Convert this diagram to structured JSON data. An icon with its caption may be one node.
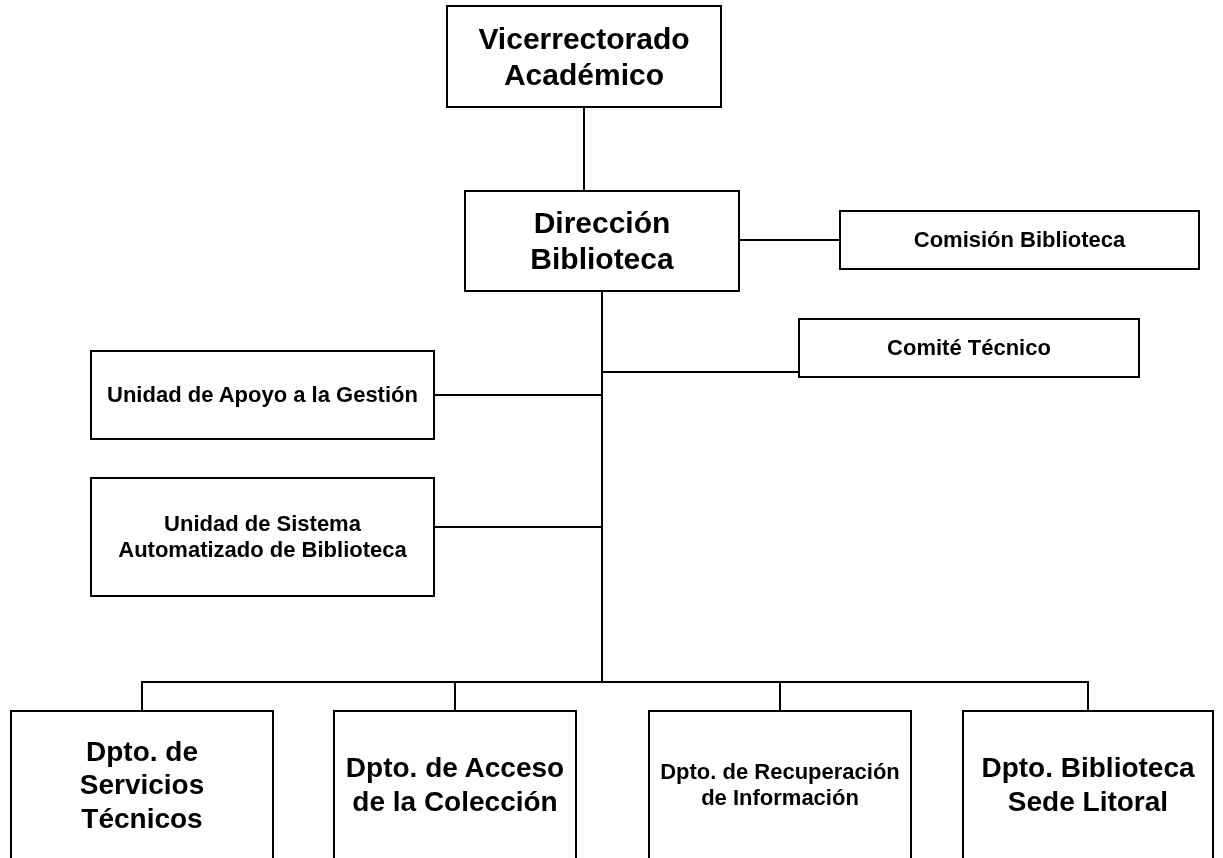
{
  "diagram": {
    "nodes": [
      {
        "text": [
          "Vicerrectorado Académico"
        ]
      },
      {
        "text": [
          "Dirección Biblioteca"
        ]
      },
      {
        "text": [
          "Comisión Biblioteca"
        ]
      },
      {
        "text": [
          "Unidad de Apoyo a la Gestión"
        ]
      },
      {
        "text": [
          "Comité Técnico"
        ]
      },
      {
        "text": [
          "Unidad de Sistema Automatizado de Biblioteca"
        ]
      },
      {
        "text": [
          "Dpto. de Servicios Técnicos"
        ]
      },
      {
        "text": [
          "Dpto. de Acceso de la Colección"
        ]
      },
      {
        "text": [
          "Dpto. de Recuperación de Información"
        ]
      },
      {
        "text": [
          "Dpto. Biblioteca Sede Litoral"
        ]
      }
    ],
    "edges": [
      {
        "from": 0,
        "to": 1,
        "arrow": "none"
      },
      {
        "from": 1,
        "to": 2,
        "arrow": "none"
      },
      {
        "from": 1,
        "to": 3,
        "arrow": "none"
      },
      {
        "from": 1,
        "to": 4,
        "arrow": "none"
      },
      {
        "from": 1,
        "to": 5,
        "arrow": "none"
      },
      {
        "from": 1,
        "to": 6,
        "arrow": "none"
      },
      {
        "from": 1,
        "to": 7,
        "arrow": "none"
      },
      {
        "from": 1,
        "to": 8,
        "arrow": "none"
      },
      {
        "from": 1,
        "to": 9,
        "arrow": "none"
      }
    ]
  }
}
